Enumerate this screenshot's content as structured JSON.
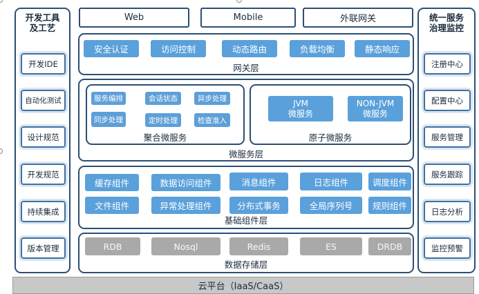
{
  "left_panel": {
    "title": "开发工具\n及工艺",
    "items": [
      "开发IDE",
      "自动化测试",
      "设计规范",
      "开发规范",
      "持续集成",
      "版本管理"
    ]
  },
  "right_panel": {
    "title": "统一服务\n治理监控",
    "items": [
      "注册中心",
      "配置中心",
      "服务管理",
      "服务跟踪",
      "日志分析",
      "监控预警"
    ]
  },
  "clients": [
    "Web",
    "Mobile",
    "外联网关"
  ],
  "gateway": {
    "label": "网关层",
    "items": [
      "安全认证",
      "访问控制",
      "动态路由",
      "负载均衡",
      "静态响应"
    ]
  },
  "microservice": {
    "label": "微服务层",
    "aggregate": {
      "label": "聚合微服务",
      "items": [
        "服务编排",
        "会话状态",
        "异步处理",
        "同步处理",
        "定时处理",
        "检查准入"
      ]
    },
    "atomic": {
      "label": "原子微服务",
      "items": [
        "JVM\n微服务",
        "NON-JVM\n微服务"
      ]
    }
  },
  "base": {
    "label": "基础组件层",
    "row1": [
      "缓存组件",
      "数据访问组件",
      "消息组件",
      "日志组件",
      "调度组件"
    ],
    "row2": [
      "文件组件",
      "异常处理组件",
      "分布式事务",
      "全局序列号",
      "规则组件"
    ]
  },
  "storage": {
    "label": "数据存储层",
    "items": [
      "RDB",
      "Nosql",
      "Redis",
      "ES",
      "DRDB"
    ]
  },
  "cloud": {
    "label": "云平台（IaaS/CaaS）"
  },
  "colors": {
    "frame": "#2c4e72",
    "component_blue": "#5aa0db",
    "storage_gray": "#a9a9a9",
    "cloud_gray": "#c8c8c8"
  }
}
